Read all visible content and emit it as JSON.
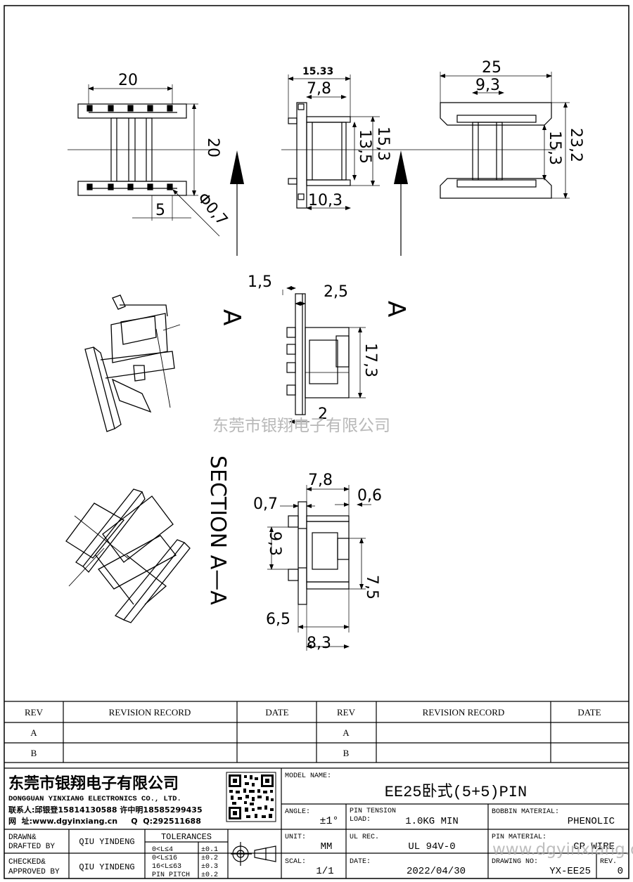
{
  "dims": {
    "top_width": "20",
    "top_height": "20",
    "pin_pitch": "5",
    "pin_dia": "Φ0,7",
    "side_total": "15.33",
    "side_inner": "7,8",
    "side_135": "13,5",
    "side_153": "15,3",
    "side_103": "10,3",
    "end_25": "25",
    "end_93": "9,3",
    "end_153": "15,3",
    "end_232": "23,2",
    "mid_15": "1,5",
    "mid_25": "2,5",
    "mid_173": "17,3",
    "mid_2": "2",
    "sec_78": "7,8",
    "sec_07": "0,7",
    "sec_06": "0,6",
    "sec_93": "9,3",
    "sec_75": "7,5",
    "sec_65": "6,5",
    "sec_83": "8,3"
  },
  "labels": {
    "section_left": "A",
    "section_right": "A",
    "section_title": "SECTION A—A",
    "watermark_company": "东莞市银翔电子有限公司",
    "watermark_url": "www.dgyinxiang.cn"
  },
  "revision": {
    "headers": [
      "REV",
      "REVISION RECORD",
      "DATE",
      "REV",
      "REVISION RECORD",
      "DATE"
    ],
    "rows": [
      "A",
      "B"
    ]
  },
  "company": {
    "name_cn": "东莞市银翔电子有限公司",
    "name_en": "DONGGUAN YINXIANG ELECTRONICS CO., LTD.",
    "contacts": "联系人:邱银登15814130588 许中明18585299435",
    "web": "网  址:www.dgyinxiang.cn     Q  Q:292511688"
  },
  "titleblock": {
    "model_name_label": "MODEL NAME:",
    "model_name": "EE25卧式(5+5)PIN",
    "angle_label": "ANGLE:",
    "angle": "±1°",
    "pin_tension_label": "PIN TENSION",
    "load_label": "LOAD:",
    "pin_tension": "1.0KG MIN",
    "bobbin_material_label": "BOBBIN MATERIAL:",
    "bobbin_material": "PHENOLIC",
    "unit_label": "UNIT:",
    "unit": "MM",
    "ul_rec_label": "UL REC.",
    "ul_rec": "UL 94V-0",
    "pin_material_label": "PIN MATERIAL:",
    "pin_material": "CP WIRE",
    "scal_label": "SCAL:",
    "scale": "1/1",
    "date_label": "DATE:",
    "date": "2022/04/30",
    "drawing_no_label": "DRAWING NO:",
    "drawing_no": "YX-EE25",
    "rev_label": "REV.",
    "rev": "0",
    "drawn_label_1": "DRAWN&",
    "drawn_label_2": "DRAFTED BY",
    "drawn_by": "QIU YINDENG",
    "checked_label_1": "CHECKED&",
    "checked_label_2": "APPROVED BY",
    "checked_by": "QIU YINDENG",
    "tolerances_label": "TOLERANCES",
    "tol_rows": [
      [
        "0<L≤4",
        "±0.1"
      ],
      [
        "0<L≤16",
        "±0.2"
      ],
      [
        "16<L≤63",
        "±0.3"
      ],
      [
        "PIN PITCH",
        "±0.2"
      ]
    ]
  }
}
